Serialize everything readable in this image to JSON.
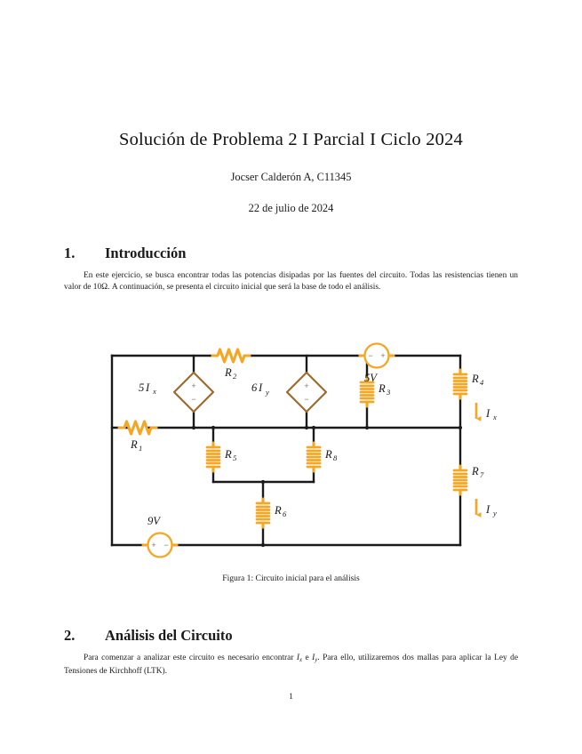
{
  "document": {
    "title": "Solución de Problema 2 I Parcial I Ciclo 2024",
    "author": "Jocser Calderón A, C11345",
    "date": "22 de julio de 2024",
    "page_number": "1"
  },
  "sections": [
    {
      "number": "1.",
      "heading": "Introducción",
      "paragraph": "En este ejercicio, se busca encontrar todas las potencias disipadas por las fuentes del circuito. Todas las resistencias tienen un valor de 10Ω. A continuación, se presenta el circuito inicial que será la base de todo el análisis."
    },
    {
      "number": "2.",
      "heading": "Análisis del Circuito",
      "paragraph_pre": "Para comenzar a analizar este circuito es necesario encontrar ",
      "paragraph_mid": " e ",
      "paragraph_post": ". Para ello, utilizaremos dos mallas para aplicar la Ley de Tensiones de Kirchhoff (LTK)."
    }
  ],
  "figure": {
    "caption": "Figura 1: Circuito inicial para el análisis",
    "colors": {
      "wire": "#1a1a1a",
      "component": "#F5A623",
      "diamond": "#9C6B2E",
      "polarity": "#7a7a7a"
    },
    "resistors": [
      {
        "id": "R1",
        "label": "R",
        "subscript": "1",
        "orientation": "horizontal"
      },
      {
        "id": "R2",
        "label": "R",
        "subscript": "2",
        "orientation": "horizontal"
      },
      {
        "id": "R3",
        "label": "R",
        "subscript": "3",
        "orientation": "vertical"
      },
      {
        "id": "R4",
        "label": "R",
        "subscript": "4",
        "orientation": "vertical"
      },
      {
        "id": "R5",
        "label": "R",
        "subscript": "5",
        "orientation": "vertical"
      },
      {
        "id": "R6",
        "label": "R",
        "subscript": "6",
        "orientation": "vertical"
      },
      {
        "id": "R7",
        "label": "R",
        "subscript": "7",
        "orientation": "vertical"
      },
      {
        "id": "R8",
        "label": "R",
        "subscript": "8",
        "orientation": "vertical"
      }
    ],
    "dependent_sources": [
      {
        "id": "dep1",
        "coefficient": "5",
        "current": "I",
        "subscript": "x",
        "plus": "+",
        "minus": "−"
      },
      {
        "id": "dep2",
        "coefficient": "6",
        "current": "I",
        "subscript": "y",
        "plus": "+",
        "minus": "−"
      }
    ],
    "independent_sources": [
      {
        "id": "v5",
        "label": "5V",
        "left_terminal": "−",
        "right_terminal": "+"
      },
      {
        "id": "v9",
        "label": "9V",
        "left_terminal": "+",
        "right_terminal": "−"
      }
    ],
    "current_arrows": [
      {
        "id": "Ix",
        "label": "I",
        "subscript": "x",
        "direction": "down"
      },
      {
        "id": "Iy",
        "label": "I",
        "subscript": "y",
        "direction": "down"
      }
    ]
  }
}
